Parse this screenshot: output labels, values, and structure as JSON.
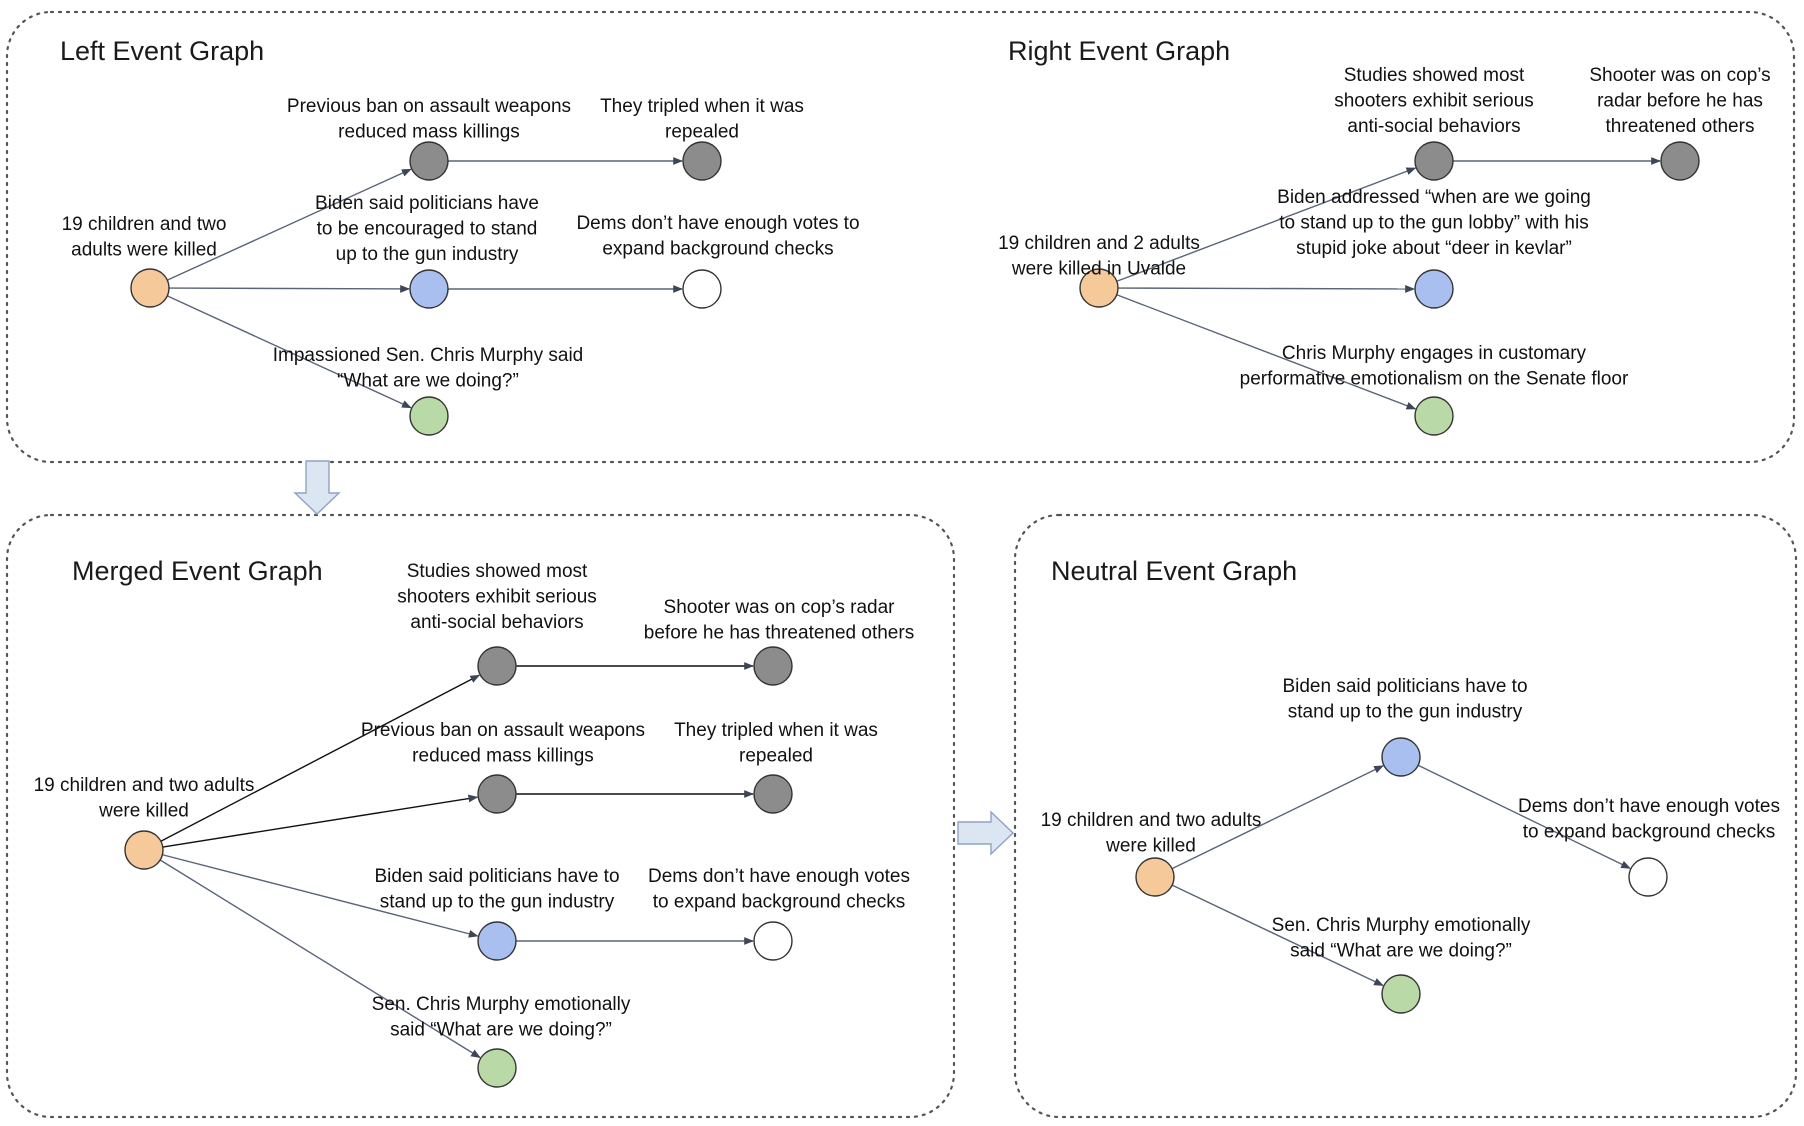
{
  "colors": {
    "orange": "#f5c99a",
    "gray": "#8c8c8c",
    "blue": "#a9bff0",
    "green": "#b9d9a6",
    "white": "#ffffff",
    "arrow_fill": "#dce6f2"
  },
  "panels": [
    {
      "id": "left",
      "title": "Left Event Graph",
      "nodes": [
        {
          "id": "l0",
          "color": "orange",
          "label": [
            "19 children and two",
            "adults were killed"
          ]
        },
        {
          "id": "l1",
          "color": "gray",
          "label": [
            "Previous ban on assault weapons",
            "reduced mass killings"
          ]
        },
        {
          "id": "l2",
          "color": "gray",
          "label": [
            "They tripled when it was",
            "repealed"
          ]
        },
        {
          "id": "l3",
          "color": "blue",
          "label": [
            "Biden said politicians have",
            "to be encouraged to  stand",
            "up to the gun industry"
          ]
        },
        {
          "id": "l4",
          "color": "white",
          "label": [
            "Dems don’t have enough votes to",
            "expand background checks"
          ]
        },
        {
          "id": "l5",
          "color": "green",
          "label": [
            "Impassioned Sen. Chris Murphy said",
            "“What are we doing?”"
          ]
        }
      ],
      "edges": [
        [
          "l0",
          "l1"
        ],
        [
          "l1",
          "l2"
        ],
        [
          "l0",
          "l3"
        ],
        [
          "l3",
          "l4"
        ],
        [
          "l0",
          "l5"
        ]
      ]
    },
    {
      "id": "right",
      "title": "Right Event Graph",
      "nodes": [
        {
          "id": "r0",
          "color": "orange",
          "label": [
            "19 children and 2 adults",
            "were killed in Uvalde"
          ]
        },
        {
          "id": "r1",
          "color": "gray",
          "label": [
            "Studies showed most",
            "shooters exhibit serious",
            "anti-social behaviors"
          ]
        },
        {
          "id": "r2",
          "color": "gray",
          "label": [
            "Shooter was on cop’s",
            "radar before he has",
            "threatened others"
          ]
        },
        {
          "id": "r3",
          "color": "blue",
          "label": [
            "Biden addressed “when are we going",
            "to stand up to the gun lobby” with his",
            "stupid joke about “deer in kevlar”"
          ]
        },
        {
          "id": "r4",
          "color": "green",
          "label": [
            "Chris Murphy engages in customary",
            "performative emotionalism on the Senate floor"
          ]
        }
      ],
      "edges": [
        [
          "r0",
          "r1"
        ],
        [
          "r1",
          "r2"
        ],
        [
          "r0",
          "r3"
        ],
        [
          "r0",
          "r4"
        ]
      ]
    },
    {
      "id": "merged",
      "title": "Merged Event Graph",
      "nodes": [
        {
          "id": "m0",
          "color": "orange",
          "label": [
            "19 children and two adults",
            "were killed"
          ]
        },
        {
          "id": "m1",
          "color": "gray",
          "label": [
            "Studies showed most",
            "shooters exhibit serious",
            "anti-social behaviors"
          ]
        },
        {
          "id": "m2",
          "color": "gray",
          "label": [
            "Shooter was on cop’s radar",
            "before he has threatened others"
          ]
        },
        {
          "id": "m3",
          "color": "gray",
          "label": [
            "Previous ban on assault weapons",
            "reduced mass killings"
          ]
        },
        {
          "id": "m4",
          "color": "gray",
          "label": [
            "They tripled when it was",
            "repealed"
          ]
        },
        {
          "id": "m5",
          "color": "blue",
          "label": [
            "Biden said politicians have to",
            "stand up to the gun industry"
          ]
        },
        {
          "id": "m6",
          "color": "white",
          "label": [
            "Dems don’t have enough votes",
            "to expand background checks"
          ]
        },
        {
          "id": "m7",
          "color": "green",
          "label": [
            "Sen. Chris Murphy emotionally",
            "said “What are we doing?”"
          ]
        }
      ],
      "edges": [
        [
          "m0",
          "m1"
        ],
        [
          "m1",
          "m2"
        ],
        [
          "m0",
          "m3"
        ],
        [
          "m3",
          "m4"
        ],
        [
          "m0",
          "m5"
        ],
        [
          "m5",
          "m6"
        ],
        [
          "m0",
          "m7"
        ]
      ]
    },
    {
      "id": "neutral",
      "title": "Neutral Event Graph",
      "nodes": [
        {
          "id": "n0",
          "color": "orange",
          "label": [
            "19 children and two adults",
            "were killed"
          ]
        },
        {
          "id": "n1",
          "color": "blue",
          "label": [
            "Biden said politicians have to",
            "stand up to the gun industry"
          ]
        },
        {
          "id": "n2",
          "color": "white",
          "label": [
            "Dems don’t have enough votes",
            "to expand background checks"
          ]
        },
        {
          "id": "n3",
          "color": "green",
          "label": [
            "Sen. Chris Murphy emotionally",
            "said “What are we doing?”"
          ]
        }
      ],
      "edges": [
        [
          "n0",
          "n1"
        ],
        [
          "n1",
          "n2"
        ],
        [
          "n0",
          "n3"
        ]
      ]
    }
  ]
}
